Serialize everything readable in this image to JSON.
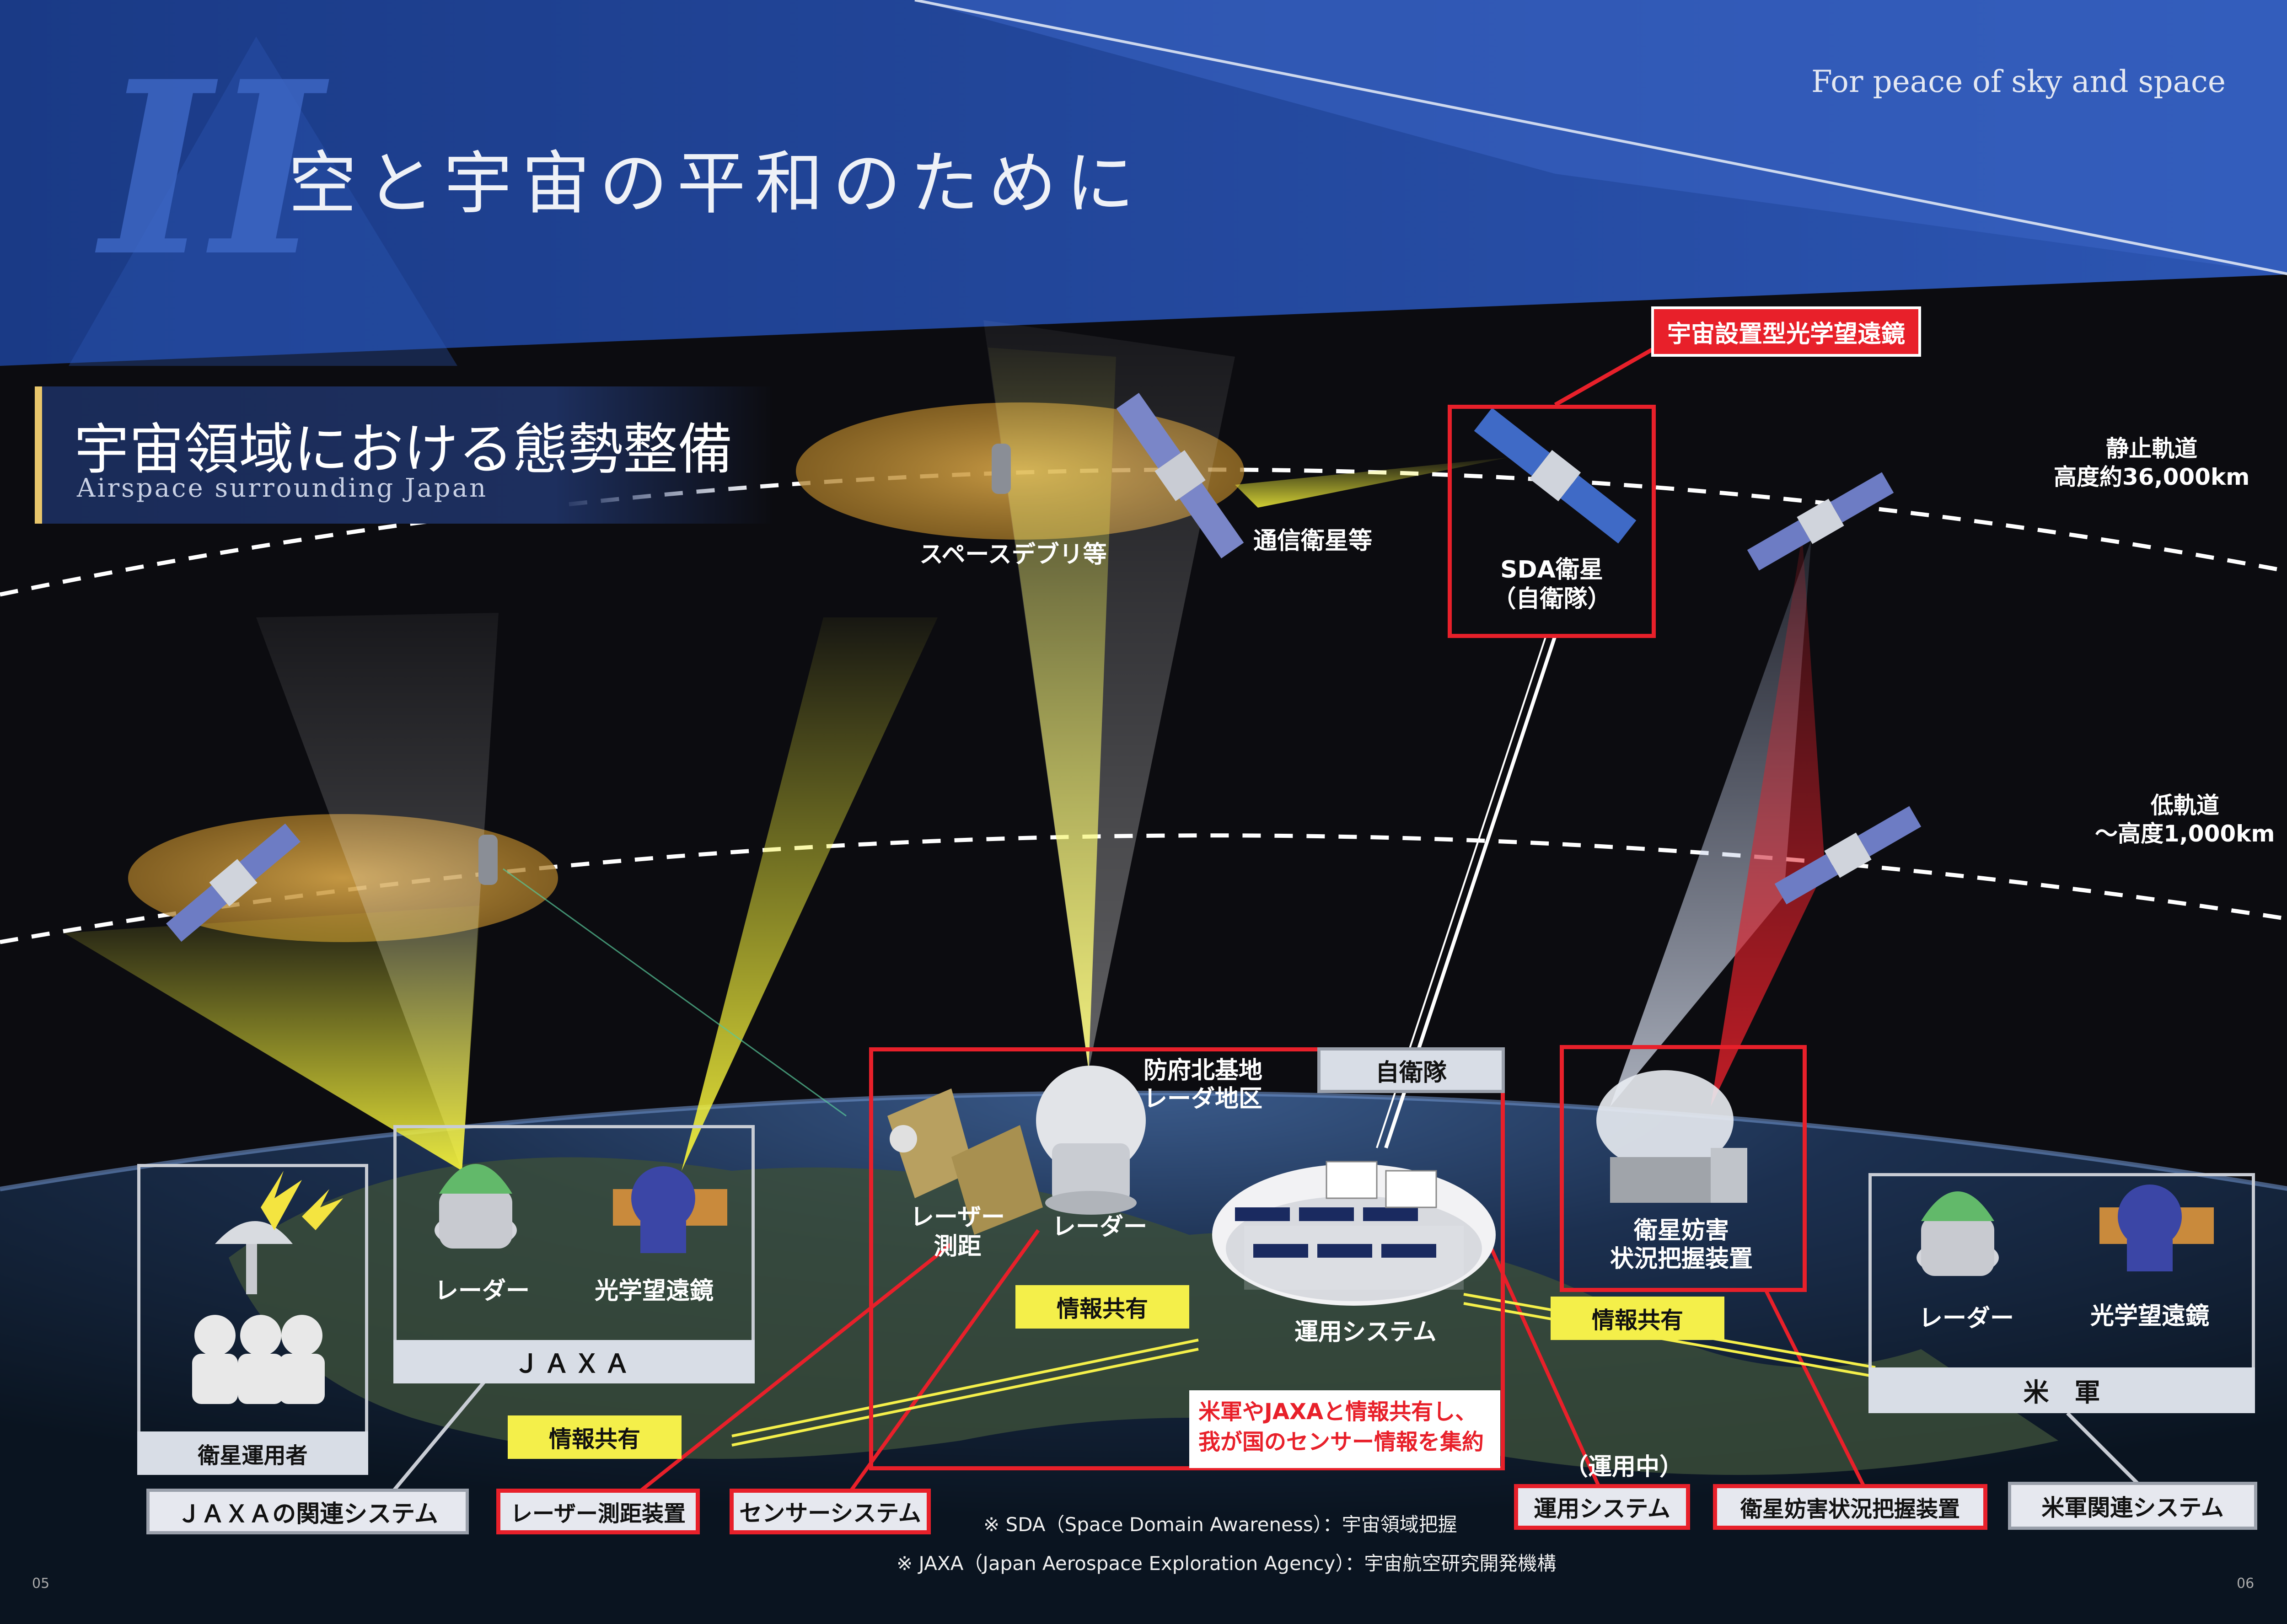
{
  "header": {
    "roman": "II",
    "title": "空と宇宙の平和のために",
    "subtitle_en": "For peace of sky and space"
  },
  "section": {
    "title": "宇宙領域における態勢整備",
    "subtitle_en": "Airspace surrounding Japan"
  },
  "orbits": {
    "geo": {
      "line1": "静止軌道",
      "line2": "高度約36,000km"
    },
    "leo": {
      "line1": "低軌道",
      "line2": "～高度1,000km"
    }
  },
  "space_labels": {
    "debris": "スペースデブリ等",
    "comm_sat": "通信衛星等",
    "sda_sat_1": "SDA衛星",
    "sda_sat_2": "（自衛隊）",
    "space_telescope": "宇宙設置型光学望遠鏡"
  },
  "ground": {
    "hofu_1": "防府北基地",
    "hofu_2": "レーダ地区",
    "jsdf": "自衛隊",
    "laser_1": "レーザー",
    "laser_2": "測距",
    "radar_center": "レーダー",
    "ops_system": "運用システム",
    "sentinel_1": "衛星妨害",
    "sentinel_2": "状況把握装置",
    "in_operation": "（運用中）",
    "aggregation_1": "米軍やJAXAと情報共有し、",
    "aggregation_2": "我が国のセンサー情報を集約"
  },
  "jaxa": {
    "radar": "レーダー",
    "telescope": "光学望遠鏡",
    "name": "ＪＡＸＡ",
    "satellite_operator": "衛星運用者"
  },
  "usf": {
    "radar": "レーダー",
    "telescope": "光学望遠鏡",
    "name": "米　軍"
  },
  "info_share": "情報共有",
  "bottom_tags": {
    "jaxa_systems": "ＪＡＸＡの関連システム",
    "laser_device": "レーザー測距装置",
    "sensor_system": "センサーシステム",
    "ops_system": "運用システム",
    "interference": "衛星妨害状況把握装置",
    "usf_systems": "米軍関連システム"
  },
  "notes": {
    "sda": "※ SDA（Space Domain Awareness）：宇宙領域把握",
    "jaxa": "※ JAXA（Japan Aerospace Exploration Agency）：宇宙航空研究開発機構"
  },
  "page_numbers": {
    "left": "05",
    "right": "06"
  },
  "colors": {
    "header_blue": "#2a50a8",
    "accent_red": "#e8202a",
    "info_yellow": "#f4ef4a"
  }
}
